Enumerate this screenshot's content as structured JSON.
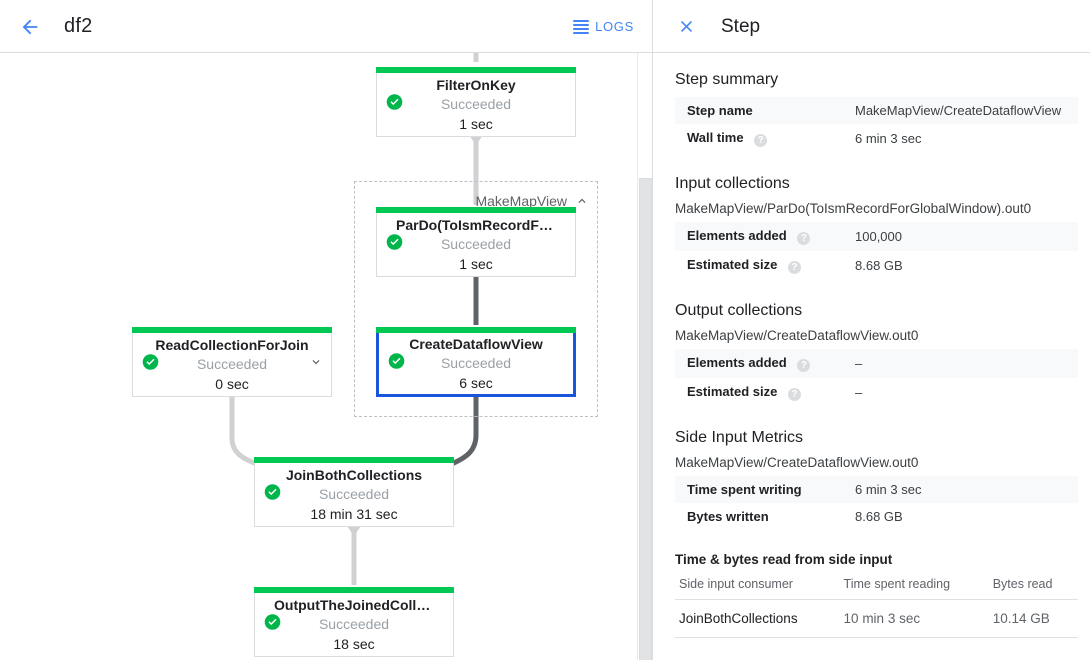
{
  "topbar": {
    "back_icon": "arrow-back-icon",
    "job_title": "df2",
    "logs_label": "LOGS",
    "logs_icon": "logs-list-icon",
    "accent": "#4285f4"
  },
  "graph": {
    "group": {
      "label": "MakeMapView",
      "collapse_icon": "chevron-up-icon"
    },
    "nodes": [
      {
        "id": "filter-on-key",
        "name": "FilterOnKey",
        "status": "Succeeded",
        "time": "1 sec",
        "status_color": "#00c853",
        "selected": false,
        "chevron": null
      },
      {
        "id": "pardo-toismrecordfor",
        "name": "ParDo(ToIsmRecordFor…",
        "status": "Succeeded",
        "time": "1 sec",
        "status_color": "#00c853",
        "selected": false,
        "chevron": null
      },
      {
        "id": "create-dataflow-view",
        "name": "CreateDataflowView",
        "status": "Succeeded",
        "time": "6 sec",
        "status_color": "#00c853",
        "selected": true,
        "chevron": null
      },
      {
        "id": "read-collection-for-join",
        "name": "ReadCollectionForJoin",
        "status": "Succeeded",
        "time": "0 sec",
        "status_color": "#00c853",
        "selected": false,
        "chevron": "chevron-down-icon"
      },
      {
        "id": "join-both-collections",
        "name": "JoinBothCollections",
        "status": "Succeeded",
        "time": "18 min 31 sec",
        "status_color": "#00c853",
        "selected": false,
        "chevron": null
      },
      {
        "id": "output-the-joined-collec",
        "name": "OutputTheJoinedCollec…",
        "status": "Succeeded",
        "time": "18 sec",
        "status_color": "#00c853",
        "selected": false,
        "chevron": null
      }
    ]
  },
  "panel": {
    "close_icon": "close-icon",
    "title": "Step",
    "step_summary": {
      "heading": "Step summary",
      "rows": [
        {
          "key": "Step name",
          "help": false,
          "value": "MakeMapView/CreateDataflowView"
        },
        {
          "key": "Wall time",
          "help": true,
          "value": "6 min 3 sec"
        }
      ]
    },
    "input_collections": {
      "heading": "Input collections",
      "collection": "MakeMapView/ParDo(ToIsmRecordForGlobalWindow).out0",
      "rows": [
        {
          "key": "Elements added",
          "help": true,
          "value": "100,000"
        },
        {
          "key": "Estimated size",
          "help": true,
          "value": "8.68 GB"
        }
      ]
    },
    "output_collections": {
      "heading": "Output collections",
      "collection": "MakeMapView/CreateDataflowView.out0",
      "rows": [
        {
          "key": "Elements added",
          "help": true,
          "value": "–"
        },
        {
          "key": "Estimated size",
          "help": true,
          "value": "–"
        }
      ]
    },
    "side_input_metrics": {
      "heading": "Side Input Metrics",
      "collection": "MakeMapView/CreateDataflowView.out0",
      "rows": [
        {
          "key": "Time spent writing",
          "help": false,
          "value": "6 min 3 sec"
        },
        {
          "key": "Bytes written",
          "help": false,
          "value": "8.68 GB"
        }
      ],
      "subheading": "Time & bytes read from side input",
      "columns": [
        "Side input consumer",
        "Time spent reading",
        "Bytes read"
      ],
      "rows_table": [
        [
          "JoinBothCollections",
          "10 min 3 sec",
          "10.14 GB"
        ]
      ]
    }
  }
}
